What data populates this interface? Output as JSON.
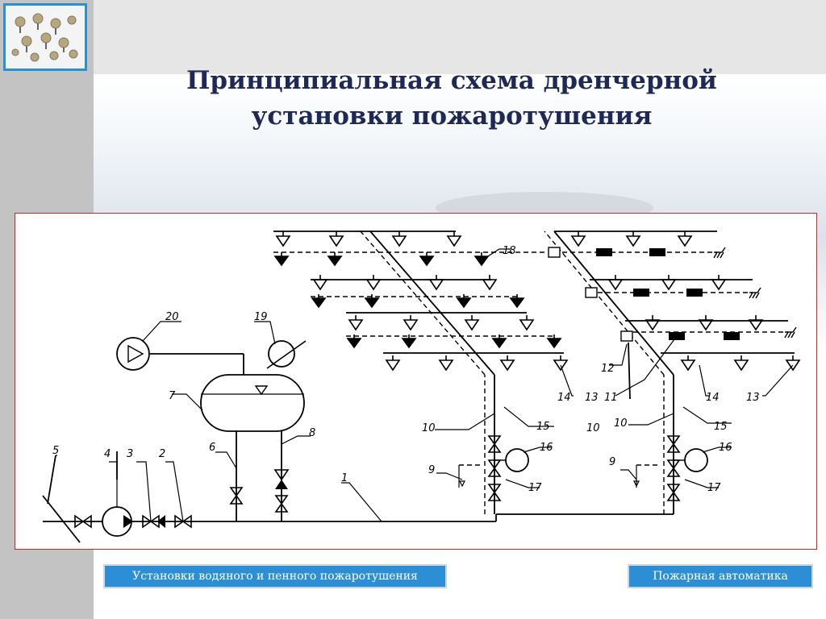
{
  "slide": {
    "title_line1": "Принципиальная схема дренчерной",
    "title_line2": "установки пожаротушения"
  },
  "nav": {
    "left_button": "Установки водяного и пенного пожаротушения",
    "right_button": "Пожарная автоматика"
  },
  "colors": {
    "title": "#1e2a55",
    "button": "#2c8fd6",
    "frame_border": "#dd2222"
  },
  "labels": {
    "l1": "1",
    "l2": "2",
    "l3": "3",
    "l4": "4",
    "l5": "5",
    "l6": "6",
    "l7": "7",
    "l8": "8",
    "l9a": "9",
    "l9b": "9",
    "l10a": "10",
    "l10b": "10",
    "l10c": "10",
    "l11": "11",
    "l12": "12",
    "l13a": "13",
    "l13b": "13",
    "l14a": "14",
    "l14b": "14",
    "l15a": "15",
    "l15b": "15",
    "l16a": "16",
    "l16b": "16",
    "l17a": "17",
    "l17b": "17",
    "l18": "18",
    "l19": "19",
    "l20": "20"
  }
}
